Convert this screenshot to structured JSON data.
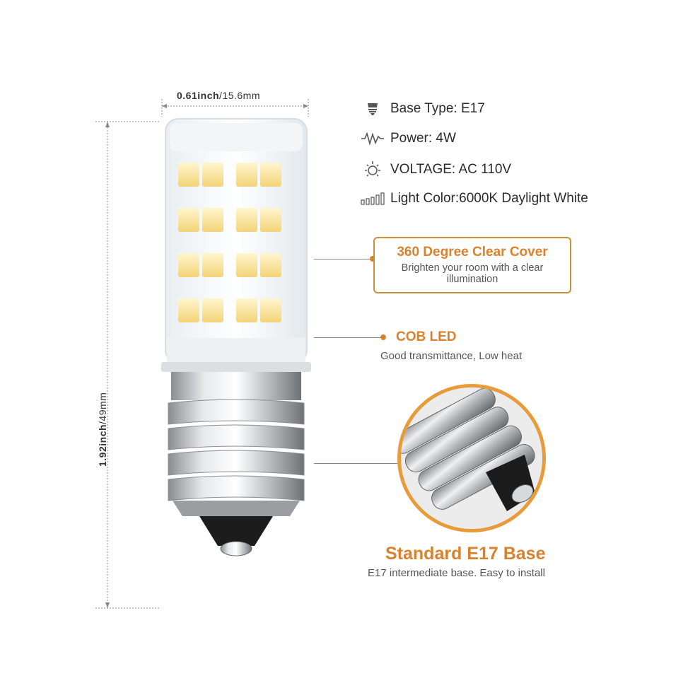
{
  "dimensions": {
    "width_inch": "0.61inch",
    "width_mm": "/15.6mm",
    "height_inch": "1.92inch",
    "height_mm": "/49mm"
  },
  "specs": [
    {
      "icon": "base-icon",
      "text": "Base Type: E17"
    },
    {
      "icon": "power-wave-icon",
      "text": "Power: 4W"
    },
    {
      "icon": "sun-icon",
      "text": "VOLTAGE: AC 110V"
    },
    {
      "icon": "color-bars-icon",
      "text": "Light Color:6000K Daylight White"
    }
  ],
  "features": {
    "clear_cover": {
      "title": "360 Degree Clear Cover",
      "subtitle_line1": "Brighten your room with a clear",
      "subtitle_line2": "illumination"
    },
    "cob_led": {
      "title": "COB LED",
      "subtitle": "Good transmittance, Low heat"
    },
    "e17_base": {
      "title": "Standard E17 Base",
      "subtitle": "E17 intermediate base. Easy to install"
    }
  },
  "colors": {
    "accent": "#d9822b",
    "ring": "#e89b3a",
    "box_border": "#c8903c"
  }
}
